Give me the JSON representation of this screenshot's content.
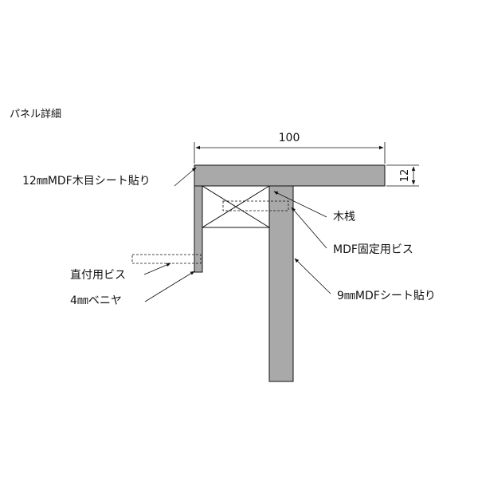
{
  "title": "パネル詳細",
  "dimensions": {
    "width_label": "100",
    "thickness_label": "12"
  },
  "labels": {
    "top_panel": "12㎜MDF木目シート貼り",
    "batten": "木桟",
    "mdf_screw": "MDF固定用ビス",
    "direct_screw": "直付用ビス",
    "veneer": "4㎜ベニヤ",
    "vertical_panel": "9㎜MDFシート貼り"
  },
  "colors": {
    "panel_fill": "#a9a9a9",
    "line": "#111111"
  }
}
